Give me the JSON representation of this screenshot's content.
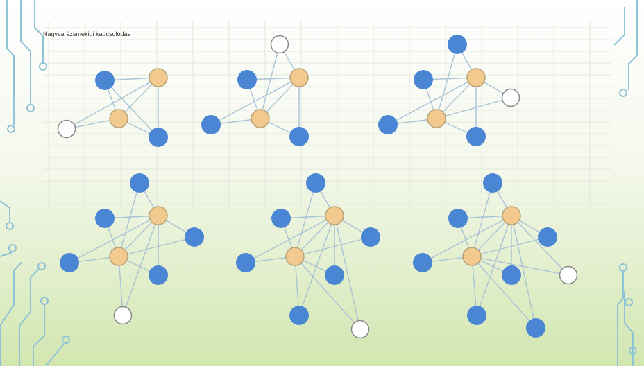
{
  "slide": {
    "title": "Nagyvarázsmekigi kapcsolódás"
  },
  "colors": {
    "background_top": "#ffffff",
    "background_bottom": "#d7e8b6",
    "grid_line": "#e3e8dc",
    "edge": "#a9c3d6",
    "node_blue_fill": "#4a86d4",
    "node_orange_fill": "#f2c98e",
    "node_orange_stroke": "#b8a274",
    "node_empty_fill": "#ffffff",
    "node_empty_stroke": "#888888",
    "circuit_line": "#8fc3d6"
  },
  "icons": [
    "circuit-decoration-left",
    "circuit-decoration-right"
  ],
  "graphs_description_kinds": {
    "blue": "filled-blue-node",
    "orange": "hub-node",
    "empty": "empty-node"
  }
}
